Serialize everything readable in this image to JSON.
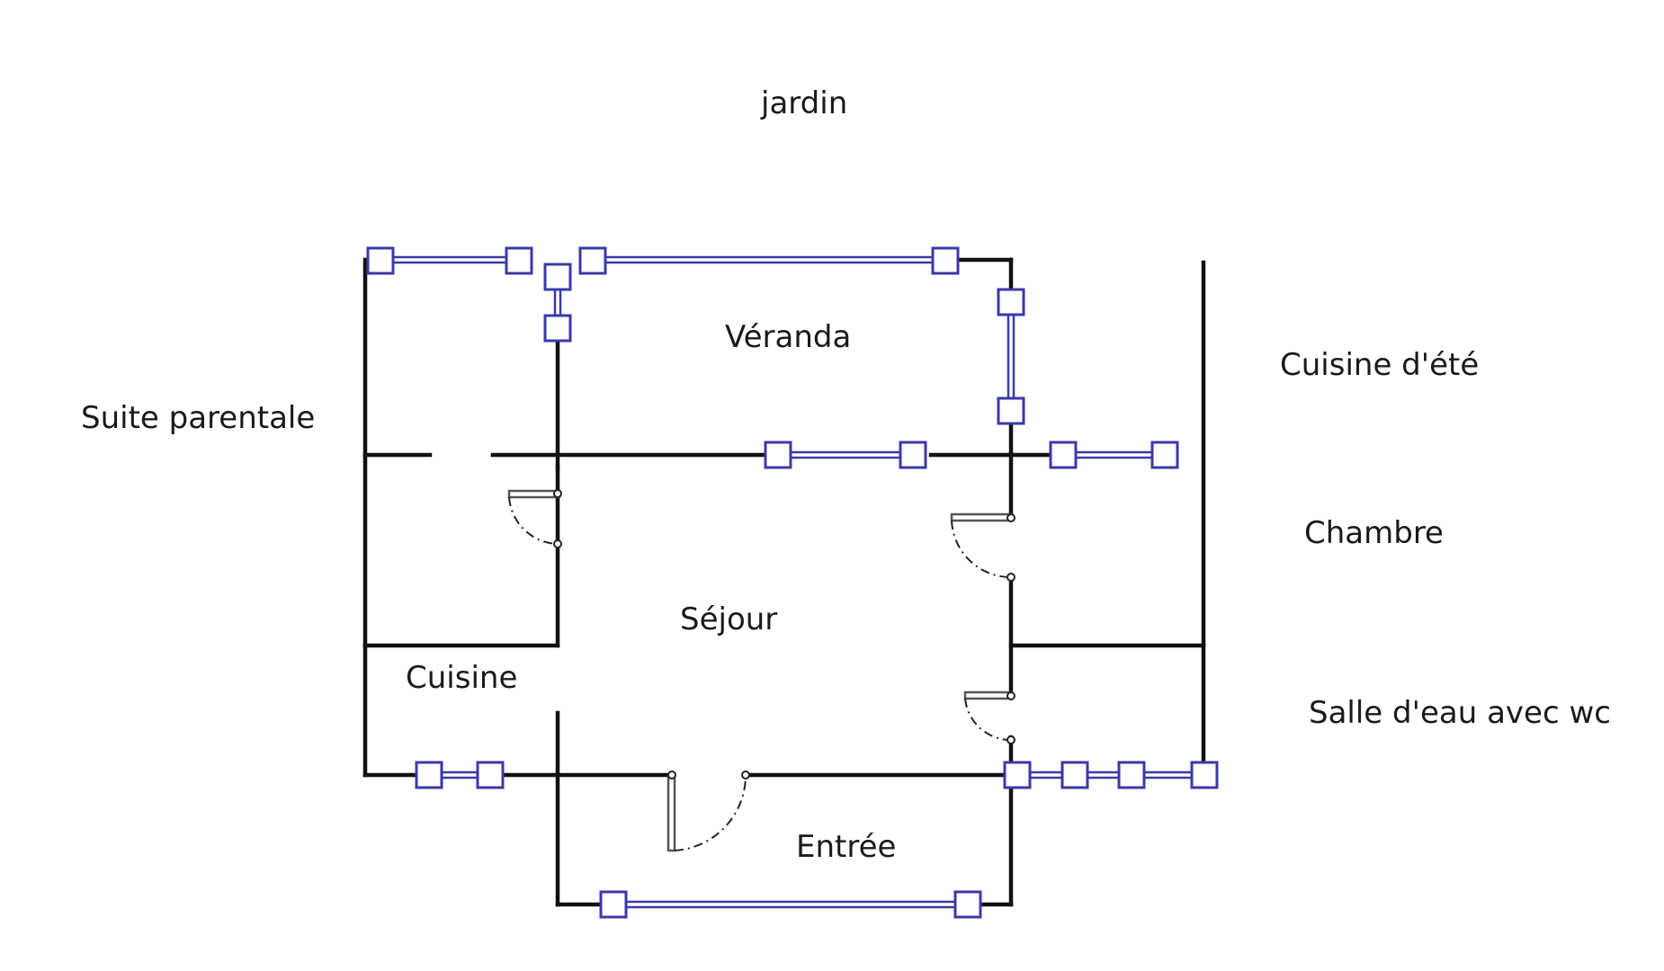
{
  "rooms": {
    "jardin": "jardin",
    "veranda": "Véranda",
    "cuisine_ete": "Cuisine d'été",
    "suite_parentale": "Suite parentale",
    "chambre": "Chambre",
    "sejour": "Séjour",
    "cuisine": "Cuisine",
    "salle_eau": "Salle d'eau avec wc",
    "entree": "Entrée"
  },
  "colors": {
    "wall": "#111111",
    "window": "#3a3aa8",
    "text": "#1a1a1a"
  }
}
